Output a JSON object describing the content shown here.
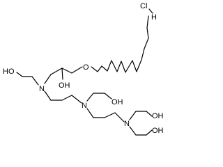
{
  "structure": {
    "counterion": {
      "cl": "Cl",
      "h": "H"
    },
    "labels": {
      "o_ether": "O",
      "oh_top": "OH",
      "n_left": "N",
      "n_mid": "N",
      "n_right": "N",
      "ho_left": "HO",
      "oh_mid": "OH",
      "oh_right_top": "OH",
      "oh_right_bottom": "OH"
    }
  }
}
